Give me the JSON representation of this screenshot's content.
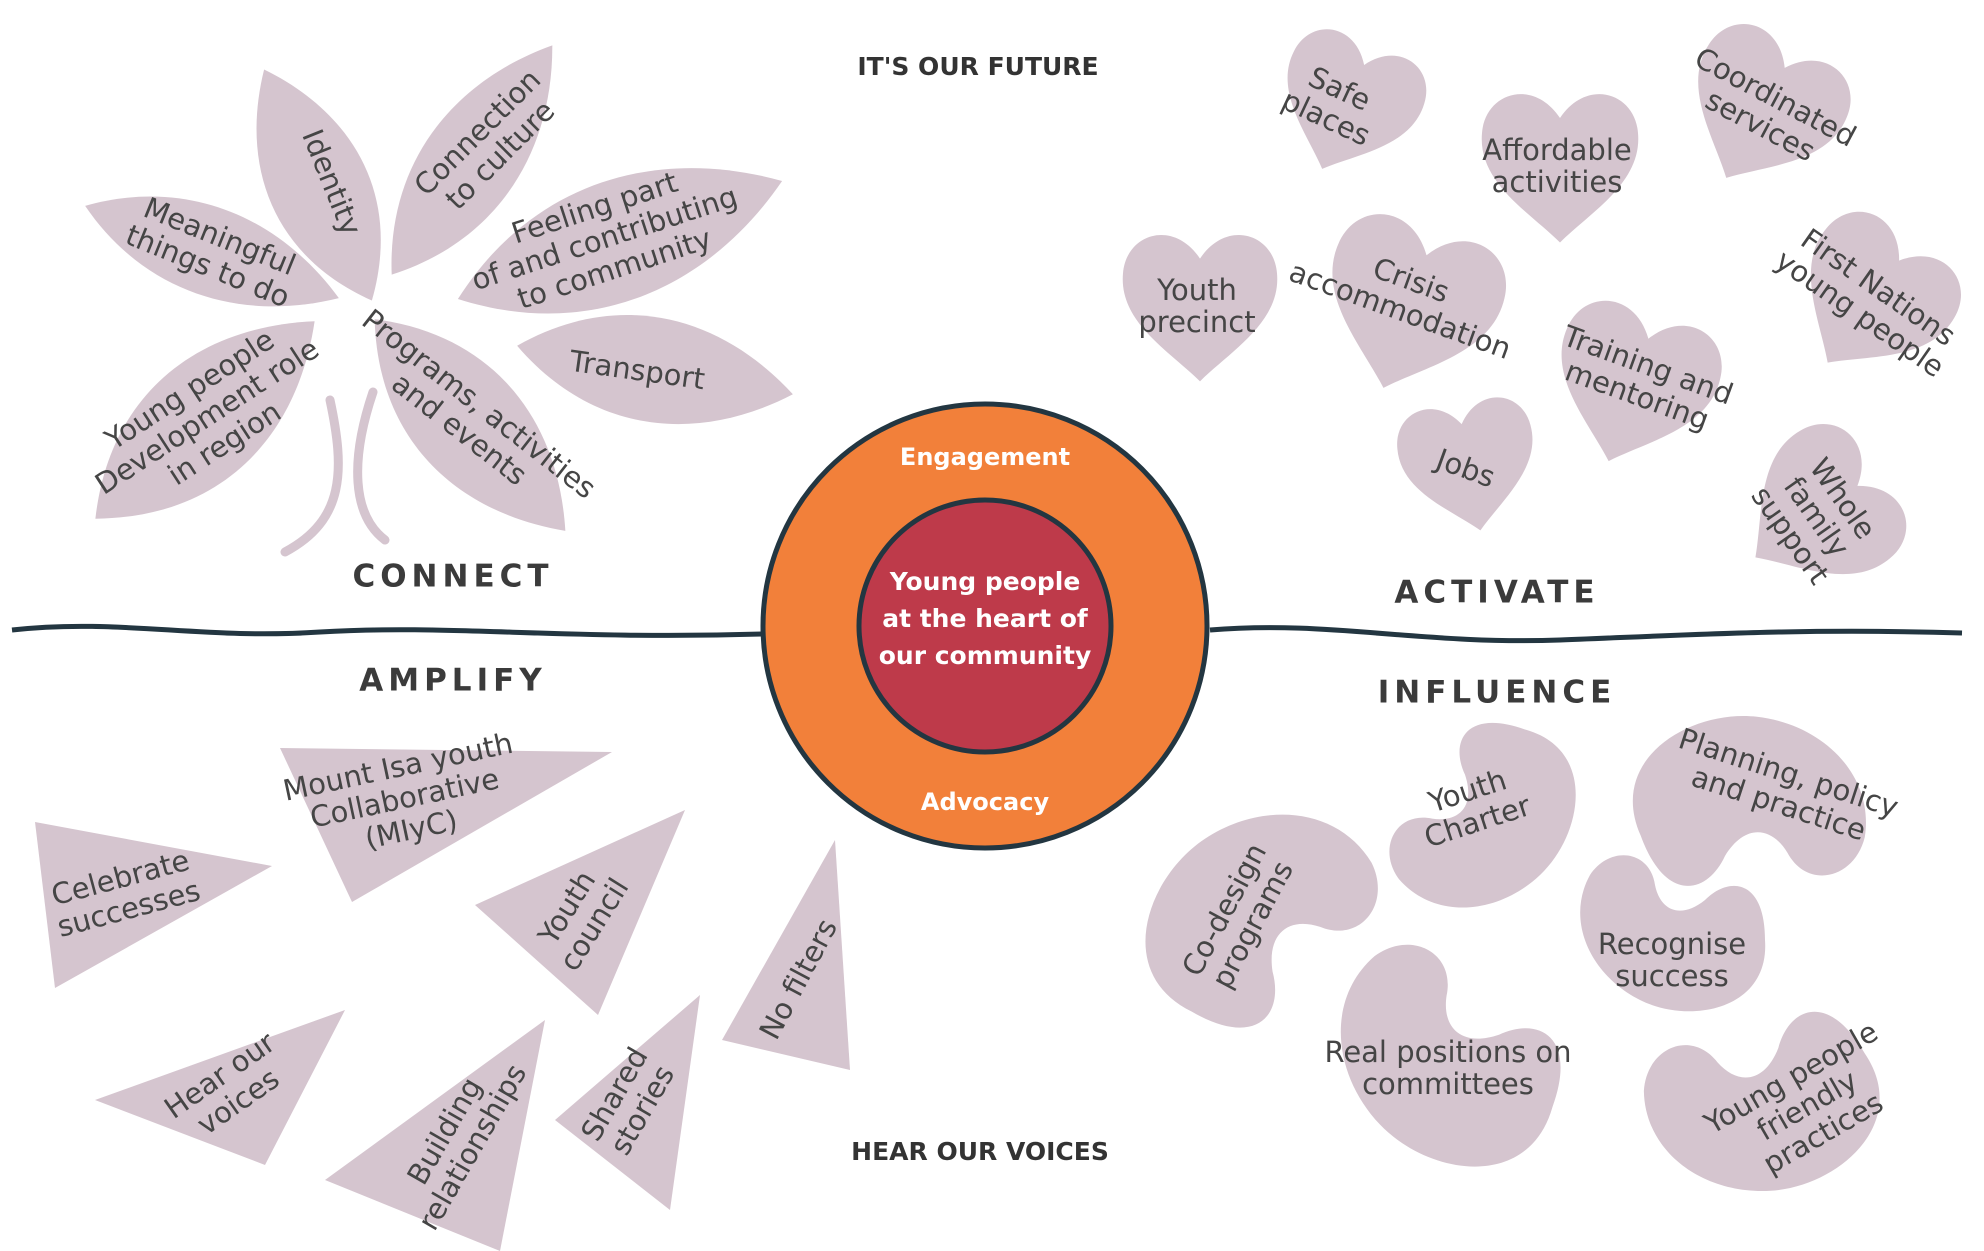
{
  "colors": {
    "shape_fill": "#d5c5cf",
    "ring_fill": "#f2803a",
    "core_fill": "#be3a4a",
    "outline": "#233641",
    "shape_text": "#454545",
    "heading_text": "#3b3b3b",
    "ring_text": "#ffffff"
  },
  "taglines": {
    "top": "IT'S OUR FUTURE",
    "bottom": "HEAR OUR VOICES"
  },
  "center": {
    "ring_top": "Engagement",
    "ring_bottom": "Advocacy",
    "core_lines": [
      "Young people",
      "at the heart of",
      "our community"
    ]
  },
  "quadrants": {
    "connect": {
      "heading": "CONNECT",
      "shape": "leaf",
      "items": [
        {
          "lines": [
            "Meaningful",
            "things to do"
          ]
        },
        {
          "lines": [
            "Identity"
          ]
        },
        {
          "lines": [
            "Connection",
            "to culture"
          ]
        },
        {
          "lines": [
            "Feeling part",
            "of and contributing",
            "to community"
          ]
        },
        {
          "lines": [
            "Transport"
          ]
        },
        {
          "lines": [
            "Young people",
            "Development role",
            "in region"
          ]
        },
        {
          "lines": [
            "Programs, activities",
            "and events"
          ]
        }
      ]
    },
    "activate": {
      "heading": "ACTIVATE",
      "shape": "heart",
      "items": [
        {
          "lines": [
            "Safe",
            "places"
          ]
        },
        {
          "lines": [
            "Affordable",
            "activities"
          ]
        },
        {
          "lines": [
            "Coordinated",
            "services"
          ]
        },
        {
          "lines": [
            "Youth",
            "precinct"
          ]
        },
        {
          "lines": [
            "Crisis",
            "accommodation"
          ]
        },
        {
          "lines": [
            "First Nations",
            "young people"
          ]
        },
        {
          "lines": [
            "Training and",
            "mentoring"
          ]
        },
        {
          "lines": [
            "Jobs"
          ]
        },
        {
          "lines": [
            "Whole",
            "family",
            "support"
          ]
        }
      ]
    },
    "amplify": {
      "heading": "AMPLIFY",
      "shape": "triangle",
      "items": [
        {
          "lines": [
            "Mount Isa youth",
            "Collaborative",
            "(MIyC)"
          ]
        },
        {
          "lines": [
            "Celebrate",
            "successes"
          ]
        },
        {
          "lines": [
            "Youth",
            "council"
          ]
        },
        {
          "lines": [
            "No filters"
          ]
        },
        {
          "lines": [
            "Hear our",
            "voices"
          ]
        },
        {
          "lines": [
            "Building",
            "relationships"
          ]
        },
        {
          "lines": [
            "Shared",
            "stories"
          ]
        }
      ]
    },
    "influence": {
      "heading": "INFLUENCE",
      "shape": "bean",
      "items": [
        {
          "lines": [
            "Youth",
            "Charter"
          ]
        },
        {
          "lines": [
            "Planning, policy",
            "and practice"
          ]
        },
        {
          "lines": [
            "Co-design",
            "programs"
          ]
        },
        {
          "lines": [
            "Recognise",
            "success"
          ]
        },
        {
          "lines": [
            "Real positions on",
            "committees"
          ]
        },
        {
          "lines": [
            "Young people",
            "friendly",
            "practices"
          ]
        }
      ]
    }
  }
}
